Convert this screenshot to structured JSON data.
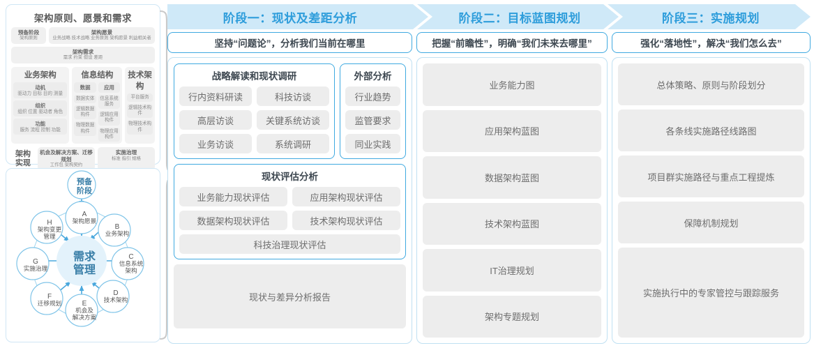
{
  "left_panel": {
    "togaf": {
      "title": "架构原则、愿景和需求",
      "row1": [
        {
          "header": "预备阶段",
          "sub": "架构原则"
        },
        {
          "header": "架构愿景",
          "sub": "业务战略 技术战略 业务原则 架构愿景 利益相关者"
        }
      ],
      "requirements": {
        "header": "架构需求",
        "sub": "需求  约束  假设  差距"
      },
      "columns": [
        {
          "title": "业务架构",
          "subcolumns": [
            [
              {
                "header": "动机",
                "sub": "驱动力 目标 目的 测量"
              },
              {
                "header": "组织",
                "sub": "组织 位置 驱动者 角色"
              },
              {
                "header": "功能",
                "sub": "服务 流程 控制 功能"
              }
            ]
          ]
        },
        {
          "title": "信息结构",
          "subcolumns": [
            [
              {
                "header": "数据",
                "sub": ""
              },
              {
                "header": "",
                "sub": "数据实体"
              },
              {
                "header": "",
                "sub": "逻辑数据构件"
              },
              {
                "header": "",
                "sub": "物理数据构件"
              }
            ],
            [
              {
                "header": "应用",
                "sub": ""
              },
              {
                "header": "",
                "sub": "信息系统服务"
              },
              {
                "header": "",
                "sub": "逻辑应用构件"
              },
              {
                "header": "",
                "sub": "物理应用构件"
              }
            ]
          ]
        },
        {
          "title": "技术架构",
          "subcolumns": [
            [
              {
                "header": "",
                "sub": "平台服务"
              },
              {
                "header": "",
                "sub": "逻辑技术构件"
              },
              {
                "header": "",
                "sub": "物理技术构件"
              }
            ]
          ]
        }
      ],
      "implementation": {
        "label": "架构\n实现",
        "boxes": [
          {
            "header": "机会及解决方案、迁移规划",
            "sub": "工作包  架构契约"
          },
          {
            "header": "实施治理",
            "sub": "标准  指引  规格"
          }
        ]
      }
    },
    "adm": {
      "center": "需求\n管理",
      "top": "预备\n阶段",
      "nodes": [
        {
          "key": "A",
          "label": "架构愿景"
        },
        {
          "key": "B",
          "label": "业务架构"
        },
        {
          "key": "C",
          "label": "信息系统\n架构"
        },
        {
          "key": "D",
          "label": "技术架构"
        },
        {
          "key": "E",
          "label": "机会及\n解决方案"
        },
        {
          "key": "F",
          "label": "迁移规划"
        },
        {
          "key": "G",
          "label": "实施治理"
        },
        {
          "key": "H",
          "label": "架构变更\n管理"
        }
      ]
    }
  },
  "phases": [
    {
      "banner": "阶段一：现状及差距分析",
      "subtitle": "坚持“问题论”，分析我们当前在哪里",
      "groups": [
        {
          "title": "战略解读和现状调研",
          "items": [
            "行内资料研读",
            "科技访谈",
            "高层访谈",
            "关键系统访谈",
            "业务访谈",
            "系统调研"
          ]
        },
        {
          "title": "外部分析",
          "items": [
            "行业趋势",
            "监管要求",
            "同业实践"
          ]
        },
        {
          "title": "现状评估分析",
          "items": [
            "业务能力现状评估",
            "应用架构现状评估",
            "数据架构现状评估",
            "技术架构现状评估",
            "科技治理现状评估"
          ]
        }
      ],
      "report": "现状与差异分析报告"
    },
    {
      "banner": "阶段二：目标蓝图规划",
      "subtitle": "把握“前瞻性”，明确“我们未来去哪里”",
      "items": [
        "业务能力图",
        "应用架构蓝图",
        "数据架构蓝图",
        "技术架构蓝图",
        "IT治理规划",
        "架构专题规划"
      ]
    },
    {
      "banner": "阶段三：实施规划",
      "subtitle": "强化“落地性”，解决“我们怎么去”",
      "items": [
        "总体策略、原则与阶段划分",
        "各条线实施路径线路图",
        "项目群实施路径与重点工程提炼",
        "保障机制规划",
        "实施执行中的专家管控与跟踪服务"
      ]
    }
  ],
  "colors": {
    "banner_fill": "#cfe9f8",
    "banner_text": "#2e9ddb",
    "accent_border": "#3fa9e0",
    "chip_bg": "#ededed",
    "chip_text": "#6d6d6d",
    "brace": "#c9c9c9",
    "adm_node": "#e8f5fc",
    "adm_stroke": "#7fc4e8"
  }
}
